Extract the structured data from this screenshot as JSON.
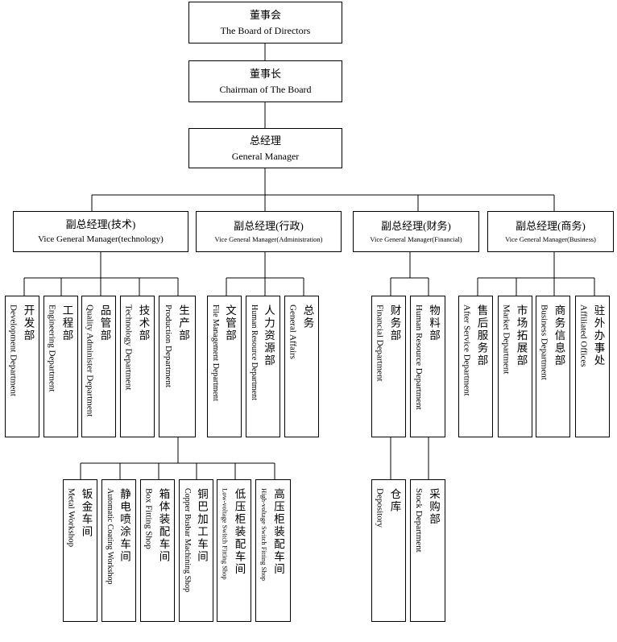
{
  "board": {
    "cn": "董事会",
    "en": "The Board of Directors"
  },
  "chairman": {
    "cn": "董事长",
    "en": "Chairman of The Board"
  },
  "gm": {
    "cn": "总经理",
    "en": "General Manager"
  },
  "vp_technology": {
    "cn": "副总经理(技术)",
    "en": "Vice General Manager(technology)"
  },
  "vp_admin": {
    "cn": "副总经理(行政)",
    "en": "Vice General Manager(Administration)"
  },
  "vp_financial": {
    "cn": "副总经理(财务)",
    "en": "Vice General Manager(Financial)"
  },
  "vp_business": {
    "cn": "副总经理(商务)",
    "en": "Vice General Manager(Business)"
  },
  "departments": {
    "development": {
      "cn": "开发部",
      "en": "Development Department"
    },
    "engineering": {
      "cn": "工程部",
      "en": "Engineering Department"
    },
    "quality": {
      "cn": "品管部",
      "en": "Quality Administer Department"
    },
    "technology": {
      "cn": "技术部",
      "en": "Technology Department"
    },
    "production": {
      "cn": "生产部",
      "en": "Production Department"
    },
    "file": {
      "cn": "文管部",
      "en": "File Management Department"
    },
    "hr": {
      "cn": "人力资源部",
      "en": "Human Resource Department"
    },
    "general_affairs": {
      "cn": "总务",
      "en": "General Affairs"
    },
    "financial": {
      "cn": "财务部",
      "en": "Financial Department"
    },
    "materials": {
      "cn": "物料部",
      "en": "Human Resource Department"
    },
    "after_service": {
      "cn": "售后服务部",
      "en": "After Service Department"
    },
    "market": {
      "cn": "市场拓展部",
      "en": "Market Department"
    },
    "business_info": {
      "cn": "商务信息部",
      "en": "Business Department"
    },
    "affiliated": {
      "cn": "驻外办事处",
      "en": "Affiliated Offices"
    }
  },
  "workshops": {
    "metal": {
      "cn": "钣金车间",
      "en": "Metal Workshop"
    },
    "coating": {
      "cn": "静电喷涂车间",
      "en": "Automatic Coating Workshop"
    },
    "box": {
      "cn": "箱体装配车间",
      "en": "Box Fitting Shop"
    },
    "busbar": {
      "cn": "铜巴加工车间",
      "en": "Copper Busbar Machining Shop"
    },
    "low_voltage": {
      "cn": "低压柜装配车间",
      "en": "Low-voltage Switch Fitting Shop"
    },
    "high_voltage": {
      "cn": "高压柜装配车间",
      "en": "High-voltage Switch Fitting Shop"
    }
  },
  "stores": {
    "depository": {
      "cn": "仓库",
      "en": "Depository"
    },
    "purchasing": {
      "cn": "采购部",
      "en": "Stock Department"
    }
  }
}
